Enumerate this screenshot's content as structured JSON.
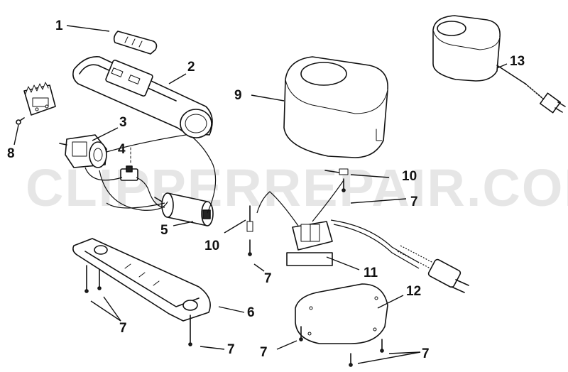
{
  "watermark": "CLIPPERREPAIR.COM",
  "callouts": [
    "1",
    "2",
    "3",
    "4",
    "5",
    "6",
    "7",
    "8",
    "9",
    "10",
    "11",
    "12",
    "13"
  ],
  "labels": [
    {
      "id": "label-1",
      "text": "1"
    },
    {
      "id": "label-2",
      "text": "2"
    },
    {
      "id": "label-3",
      "text": "3"
    },
    {
      "id": "label-4",
      "text": "4"
    },
    {
      "id": "label-5",
      "text": "5"
    },
    {
      "id": "label-6",
      "text": "6"
    },
    {
      "id": "label-7a",
      "text": "7"
    },
    {
      "id": "label-7b",
      "text": "7"
    },
    {
      "id": "label-7c",
      "text": "7"
    },
    {
      "id": "label-7d",
      "text": "7"
    },
    {
      "id": "label-7e",
      "text": "7"
    },
    {
      "id": "label-7f",
      "text": "7"
    },
    {
      "id": "label-8",
      "text": "8"
    },
    {
      "id": "label-9",
      "text": "9"
    },
    {
      "id": "label-10a",
      "text": "10"
    },
    {
      "id": "label-10b",
      "text": "10"
    },
    {
      "id": "label-11",
      "text": "11"
    },
    {
      "id": "label-12",
      "text": "12"
    },
    {
      "id": "label-13",
      "text": "13"
    }
  ]
}
